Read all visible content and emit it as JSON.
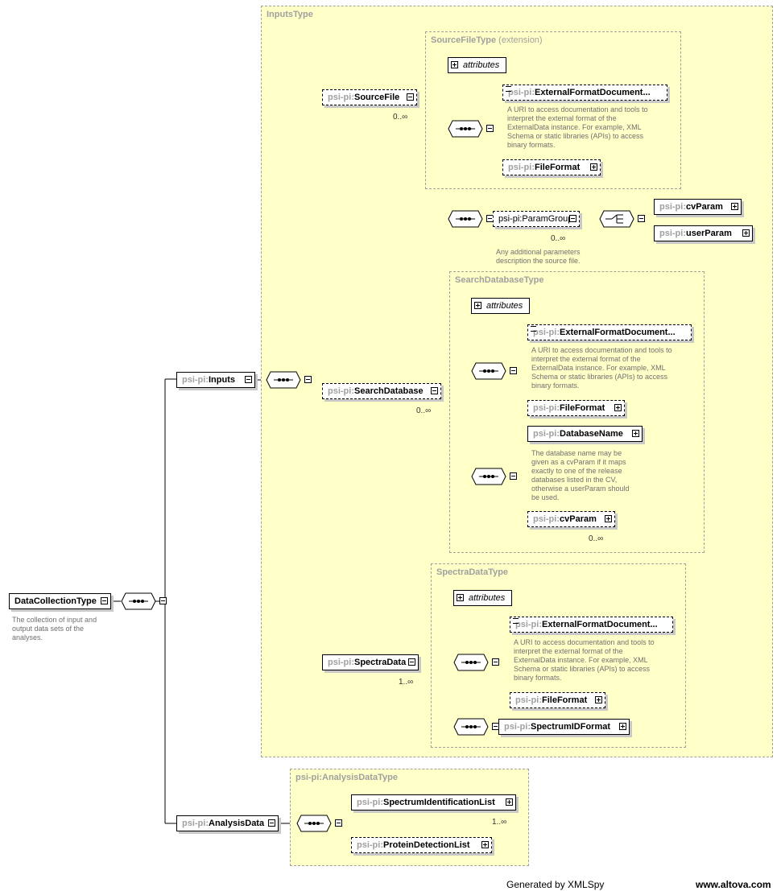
{
  "root": {
    "name": "DataCollectionType",
    "doc": [
      "The collection of input and",
      "output data sets of the",
      "analyses."
    ]
  },
  "regions": {
    "inputs_type": "InputsType",
    "source_file_type": "SourceFileType",
    "source_file_type_ext": "(extension)",
    "search_db_type": "SearchDatabaseType",
    "spectra_data_type": "SpectraDataType",
    "analysis_data_type": "psi-pi:AnalysisDataType"
  },
  "prefix": "psi-pi:",
  "attributes_label": "attributes",
  "nodes": {
    "inputs": "Inputs",
    "analysis_data": "AnalysisData",
    "source_file": "SourceFile",
    "search_database": "SearchDatabase",
    "spectra_data": "SpectraData",
    "ext_format_doc": "ExternalFormatDocument...",
    "file_format": "FileFormat",
    "param_group": "ParamGroup",
    "cv_param": "cvParam",
    "user_param": "userParam",
    "database_name": "DatabaseName",
    "spectrum_id_format": "SpectrumIDFormat",
    "spectrum_identification_list": "SpectrumIdentificationList",
    "protein_detection_list": "ProteinDetectionList"
  },
  "cardinality": {
    "zero_many": "0..∞",
    "one_many": "1..∞"
  },
  "docs": {
    "ext_format": [
      "A URI to access documentation and tools to",
      "interpret the external format of the",
      "ExternalData instance. For example, XML",
      "Schema or static libraries (APIs) to access",
      "binary formats."
    ],
    "param_group": [
      "Any additional parameters",
      "description the source file."
    ],
    "database_name": [
      "The database name may be",
      "given as a cvParam if it maps",
      "exactly to one of the release",
      "databases listed in the CV,",
      "otherwise a userParam should",
      "be used."
    ]
  },
  "footer": {
    "generated": "Generated by XMLSpy",
    "site": "www.altova.com"
  }
}
